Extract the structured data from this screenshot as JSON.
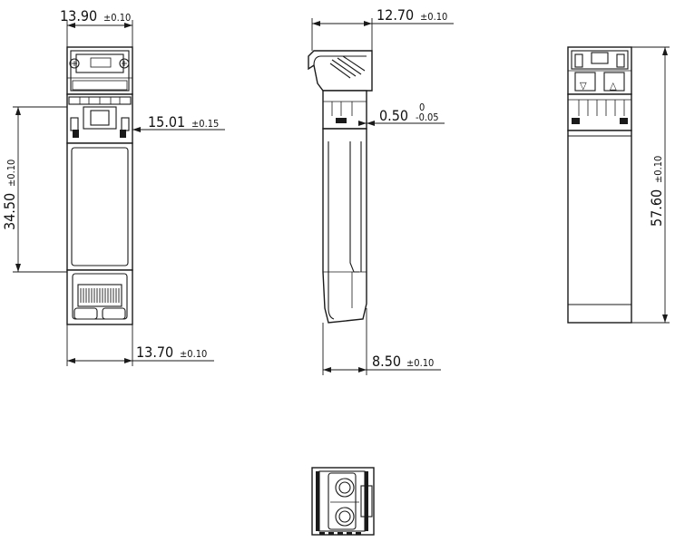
{
  "dimensions": {
    "front_top_width": {
      "value": "13.90",
      "tolerance": "±0.10"
    },
    "front_latch_width": {
      "value": "15.01",
      "tolerance": "±0.15"
    },
    "front_body_height": {
      "value": "34.50",
      "tolerance": "±0.10"
    },
    "front_body_width": {
      "value": "13.70",
      "tolerance": "±0.10"
    },
    "side_bail_depth": {
      "value": "12.70",
      "tolerance": "±0.10"
    },
    "side_step": {
      "value": "0.50",
      "tol_upper": "0",
      "tol_lower": "-0.05"
    },
    "side_body_depth": {
      "value": "8.50",
      "tolerance": "±0.10"
    },
    "back_total_length": {
      "value": "57.60",
      "tolerance": "±0.10"
    }
  },
  "back_view_marks": {
    "left": "▽",
    "right": "△"
  }
}
